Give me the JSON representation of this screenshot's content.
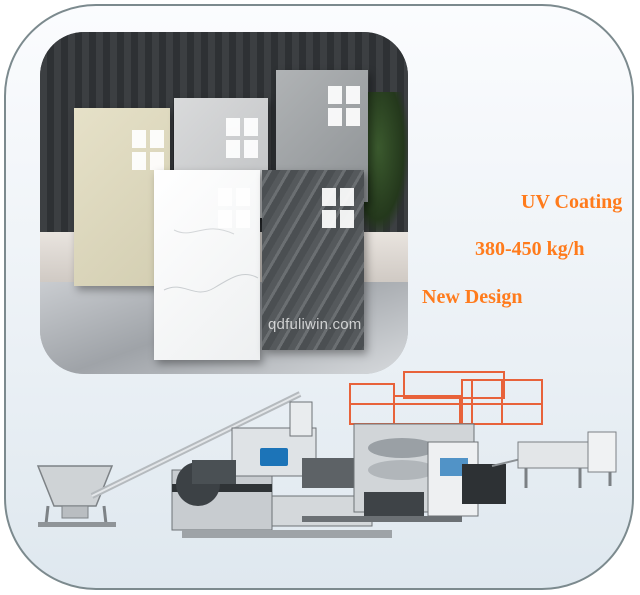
{
  "watermark": "qdfuliwin.com",
  "features": [
    "UV Coating",
    "380-450 kg/h",
    "New Design"
  ],
  "colors": {
    "accent": "#ff7b1c",
    "frame_border": "#7c8a8e",
    "frame_bg": "#e6edf2",
    "machine_frame_orange": "#e8623a",
    "machine_body": "#d9dde0",
    "motor_dark": "#3c4145",
    "logo_blue": "#1c74b8"
  }
}
